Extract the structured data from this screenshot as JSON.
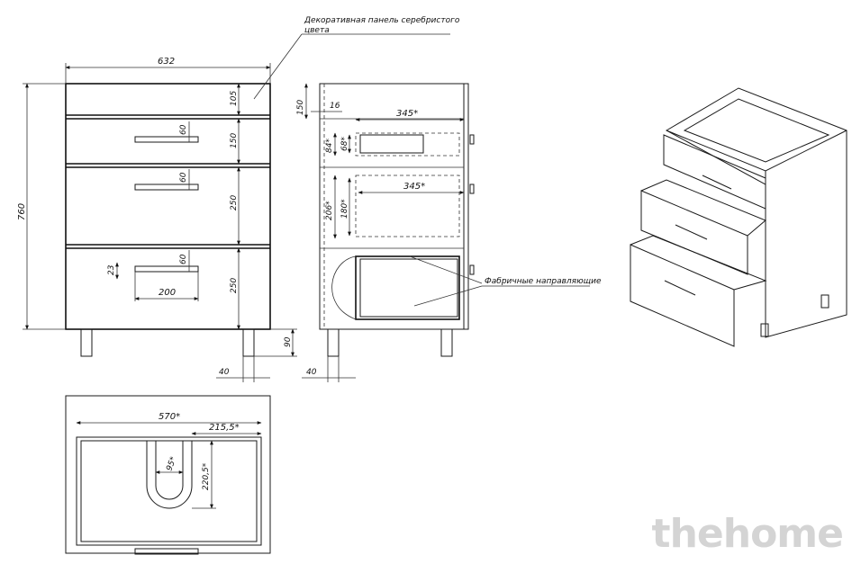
{
  "annotations": {
    "panel_note_line1": "Декоративная панель серебристого",
    "panel_note_line2": "цвета",
    "guides_note": "Фабричные направляющие"
  },
  "front_view": {
    "width": "632",
    "height": "760",
    "top_panel": "105",
    "drawer1": "150",
    "drawer2": "250",
    "drawer3": "250",
    "handle_height_1": "60",
    "handle_height_2": "60",
    "handle_height_3": "60",
    "handle_offset": "23",
    "handle_length": "200",
    "leg_height": "90",
    "leg_offset": "40"
  },
  "side_view": {
    "top_offset": "150",
    "panel_thickness": "16",
    "depth_1": "345*",
    "depth_2": "345*",
    "drawer1_outer": "84*",
    "drawer1_inner": "68*",
    "drawer2_outer": "206*",
    "drawer2_inner": "180*",
    "leg_offset": "40"
  },
  "top_view": {
    "inner_width": "570*",
    "cutout_offset": "215,5*",
    "cutout_width": "95*",
    "cutout_depth": "220,5*"
  },
  "watermark": "thehome"
}
